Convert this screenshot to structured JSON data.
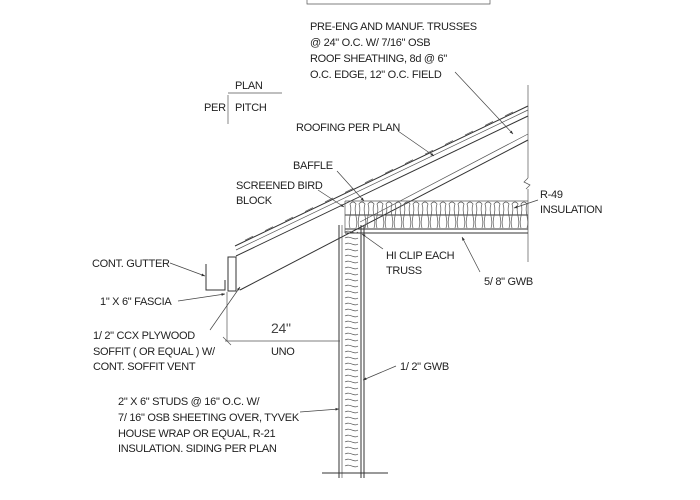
{
  "notes": {
    "trusses": [
      "PRE-ENG AND MANUF. TRUSSES",
      "@ 24\" O.C. W/  7/16\" OSB",
      "ROOF SHEATHING, 8d @ 6\"",
      "O.C. EDGE, 12\" O.C. FIELD"
    ],
    "pitch_plan": "PLAN",
    "pitch_per": "PER",
    "pitch_pitch": "PITCH",
    "roofing": "ROOFING PER PLAN",
    "baffle": "BAFFLE",
    "bird_block": [
      "SCREENED BIRD",
      "BLOCK"
    ],
    "insulation": [
      "R-49",
      "INSULATION"
    ],
    "hi_clip": [
      "HI CLIP EACH",
      "TRUSS"
    ],
    "ceiling_gwb": "5/ 8\" GWB",
    "gutter": "CONT. GUTTER",
    "fascia": "1\" X 6\" FASCIA",
    "soffit": [
      "1/ 2\" CCX PLYWOOD",
      "SOFFIT ( OR EQUAL ) W/",
      "CONT. SOFFIT VENT"
    ],
    "wall_gwb": "1/ 2\" GWB",
    "studs": [
      "2\" X 6\" STUDS @ 16\" O.C. W/",
      "7/ 16\" OSB SHEETING OVER, TYVEK",
      "HOUSE WRAP OR EQUAL, R-21",
      "INSULATION.  SIDING PER PLAN"
    ]
  },
  "dimension": {
    "value": "24\"",
    "note": "UNO"
  }
}
